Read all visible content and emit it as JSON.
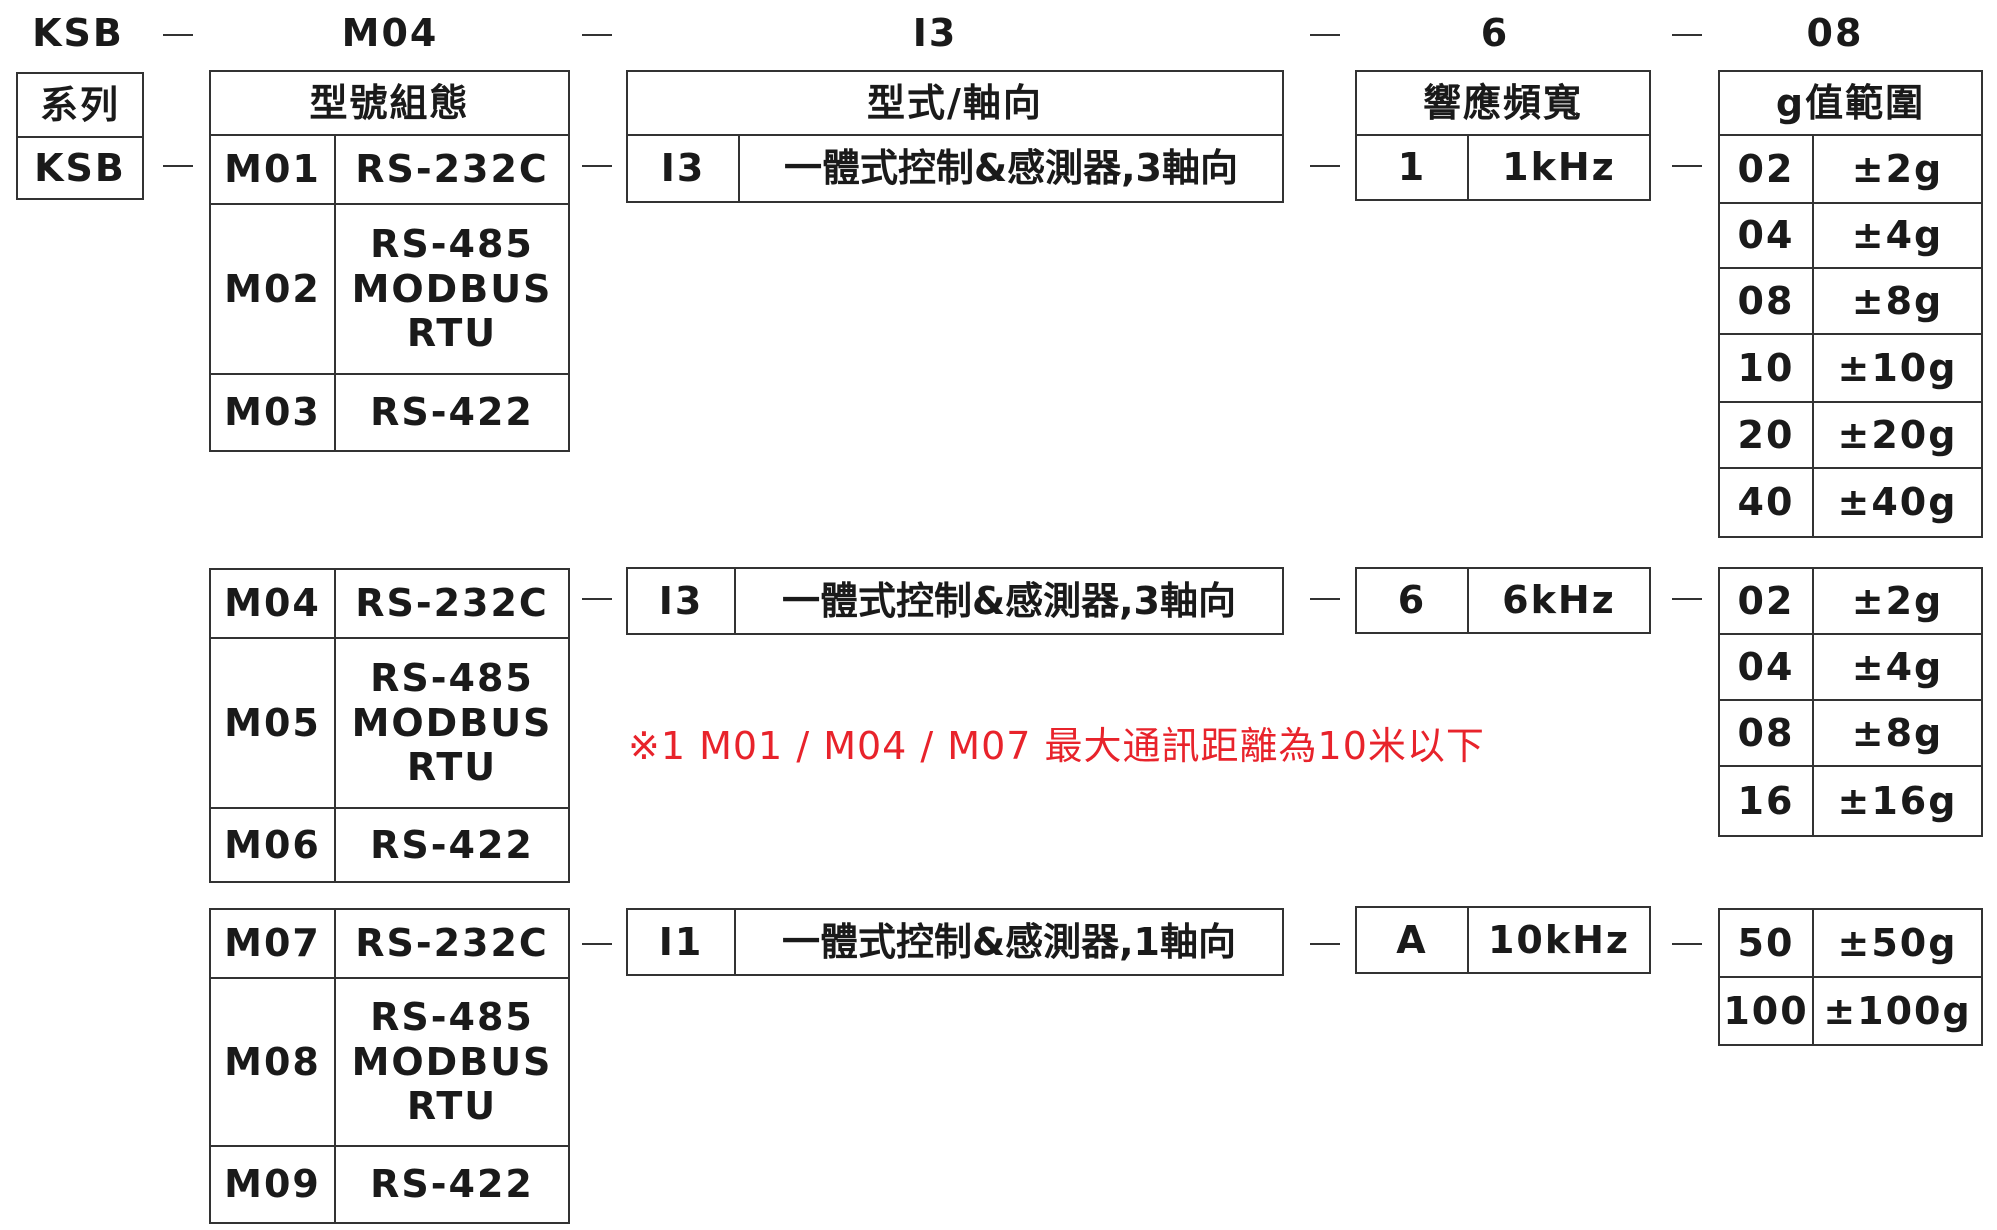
{
  "codes": {
    "series": "KSB",
    "model": "M04",
    "type": "I3",
    "bandwidth": "6",
    "range": "08"
  },
  "series_table": {
    "header": "系列",
    "value": "KSB"
  },
  "model_table": {
    "header": "型號組態",
    "groups": [
      [
        {
          "code": "M01",
          "desc": "RS-232C"
        },
        {
          "code": "M02",
          "desc": "RS-485\nMODBUS\nRTU"
        },
        {
          "code": "M03",
          "desc": "RS-422"
        }
      ],
      [
        {
          "code": "M04",
          "desc": "RS-232C"
        },
        {
          "code": "M05",
          "desc": "RS-485\nMODBUS\nRTU"
        },
        {
          "code": "M06",
          "desc": "RS-422"
        }
      ],
      [
        {
          "code": "M07",
          "desc": "RS-232C"
        },
        {
          "code": "M08",
          "desc": "RS-485\nMODBUS\nRTU"
        },
        {
          "code": "M09",
          "desc": "RS-422"
        }
      ]
    ]
  },
  "type_table": {
    "header": "型式/軸向",
    "rows": [
      {
        "code": "I3",
        "desc": "一體式控制&感測器,3軸向"
      },
      {
        "code": "I3",
        "desc": "一體式控制&感測器,3軸向"
      },
      {
        "code": "I1",
        "desc": "一體式控制&感測器,1軸向"
      }
    ]
  },
  "bandwidth_table": {
    "header": "響應頻寬",
    "rows": [
      {
        "code": "1",
        "desc": "1kHz"
      },
      {
        "code": "6",
        "desc": "6kHz"
      },
      {
        "code": "A",
        "desc": "10kHz"
      }
    ]
  },
  "range_table": {
    "header": "g值範圍",
    "groups": [
      [
        {
          "code": "02",
          "desc": "±2g"
        },
        {
          "code": "04",
          "desc": "±4g"
        },
        {
          "code": "08",
          "desc": "±8g"
        },
        {
          "code": "10",
          "desc": "±10g"
        },
        {
          "code": "20",
          "desc": "±20g"
        },
        {
          "code": "40",
          "desc": "±40g"
        }
      ],
      [
        {
          "code": "02",
          "desc": "±2g"
        },
        {
          "code": "04",
          "desc": "±4g"
        },
        {
          "code": "08",
          "desc": "±8g"
        },
        {
          "code": "16",
          "desc": "±16g"
        }
      ],
      [
        {
          "code": "50",
          "desc": "±50g"
        },
        {
          "code": "100",
          "desc": "±100g"
        }
      ]
    ]
  },
  "note": "※1  M01 / M04 / M07 最大通訊距離為10米以下",
  "colors": {
    "line": "#333333",
    "text": "#1a1a1a",
    "note": "#e8232b"
  }
}
